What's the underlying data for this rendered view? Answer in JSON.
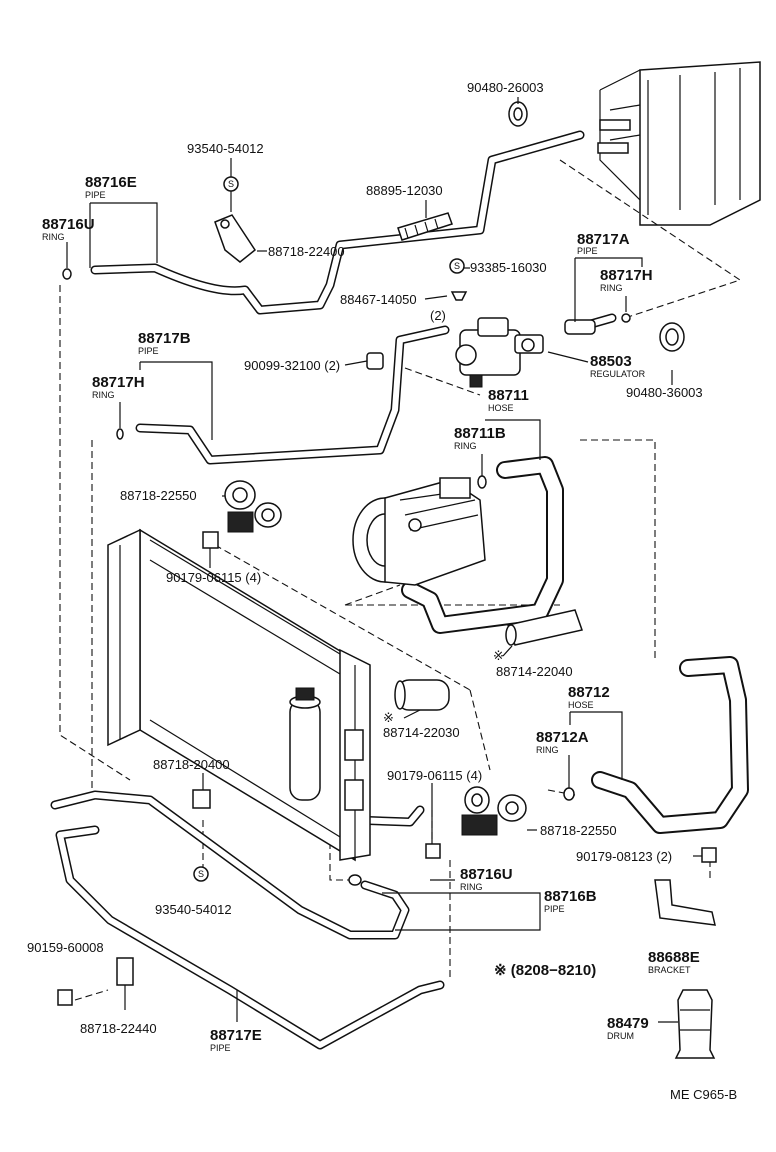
{
  "labels": {
    "p90480_26003": "90480-26003",
    "p93540_54012_top": "93540-54012",
    "p88716E": "88716E",
    "p88716E_sub": "PIPE",
    "p88895_12030": "88895-12030",
    "p88716U_top": "88716U",
    "p88716U_top_sub": "RING",
    "p88718_22400": "88718-22400",
    "p88717A": "88717A",
    "p88717A_sub": "PIPE",
    "p93385_16030": "93385-16030",
    "p88717H_right": "88717H",
    "p88717H_right_sub": "RING",
    "p88467_14050": "88467-14050",
    "p88467_qty": "(2)",
    "p88717B": "88717B",
    "p88717B_sub": "PIPE",
    "p90099_32100": "90099-32100 (2)",
    "p88503": "88503",
    "p88503_sub": "REGULATOR",
    "p90480_36003": "90480-36003",
    "p88717H_left": "88717H",
    "p88717H_left_sub": "RING",
    "p88711": "88711",
    "p88711_sub": "HOSE",
    "p88711B": "88711B",
    "p88711B_sub": "RING",
    "p88718_22550_top": "88718-22550",
    "p90179_06115_top": "90179-06115 (4)",
    "p88714_22040": "88714-22040",
    "p88712": "88712",
    "p88712_sub": "HOSE",
    "p88714_22030": "88714-22030",
    "p88712A": "88712A",
    "p88712A_sub": "RING",
    "p88718_20400": "88718-20400",
    "p90179_06115_mid": "90179-06115 (4)",
    "p88718_22550_bot": "88718-22550",
    "p90179_08123": "90179-08123 (2)",
    "p88716U_bot": "88716U",
    "p88716U_bot_sub": "RING",
    "p88716B": "88716B",
    "p88716B_sub": "PIPE",
    "p93540_54012_bot": "93540-54012",
    "p88688E": "88688E",
    "p88688E_sub": "BRACKET",
    "p90159_60008": "90159-60008",
    "p88718_22440": "88718-22440",
    "p88717E": "88717E",
    "p88717E_sub": "PIPE",
    "p88479": "88479",
    "p88479_sub": "DRUM",
    "date_note": "※ (8208−8210)",
    "figure_code": "ME C965-B",
    "s_mark": "S",
    "asterisk": "※"
  }
}
